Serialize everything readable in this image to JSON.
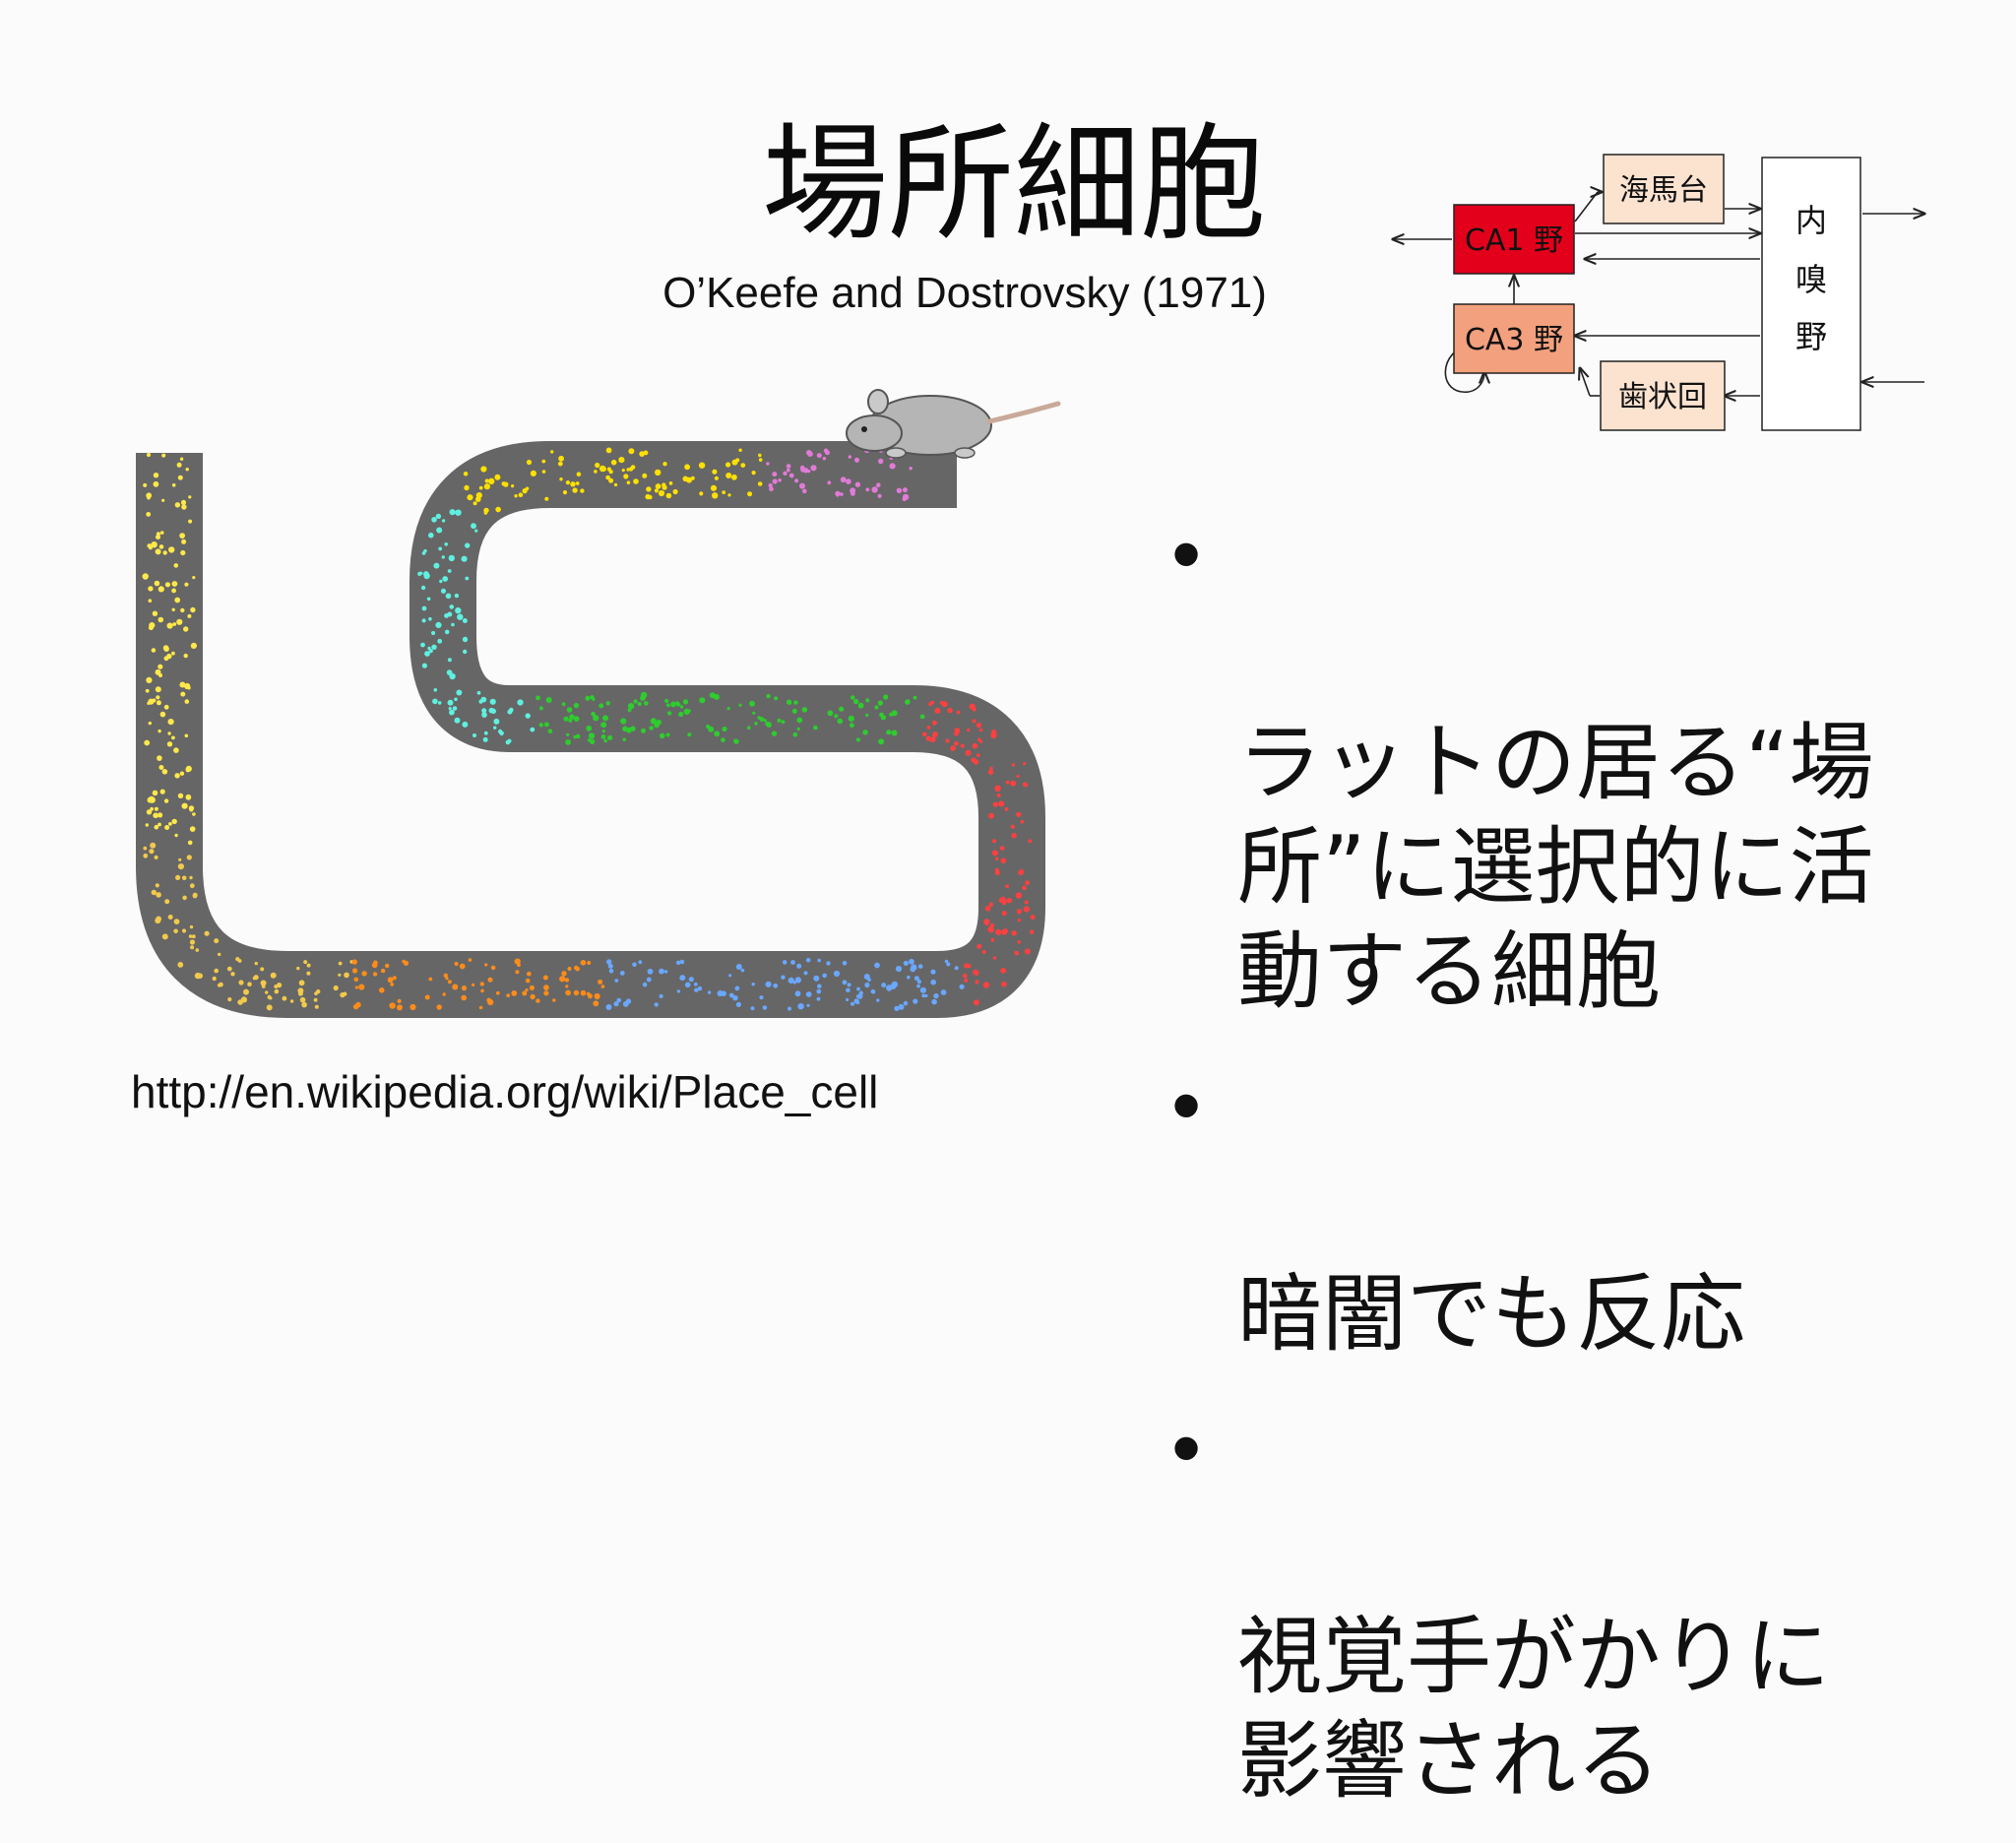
{
  "slide": {
    "title": "場所細胞",
    "citation": "O’Keefe and Dostrovsky (1971)",
    "source_url": "http://en.wikipedia.org/wiki/Place_cell",
    "bullet_char": "•",
    "bullets": [
      "ラットの居る“場\n所”に選択的に活\n動する細胞",
      "暗闇でも反応",
      "視覚手がかりに\n影響される"
    ]
  },
  "circuit_diagram": {
    "nodes": {
      "ca1": "CA1 野",
      "ca3": "CA3 野",
      "subiculum": "海馬台",
      "dentate_gyrus": "歯状回",
      "entorhinal": [
        "内",
        "嗅",
        "野"
      ]
    },
    "colors": {
      "ca1_fill": "#e3001b",
      "ca3_fill": "#f2a07d",
      "pale_fill": "#fbe3d0",
      "entorhinal_fill": "#ffffff"
    }
  },
  "track_figure": {
    "track_color": "#666666",
    "rat_color": "#b5b5b5",
    "place_field_colors": [
      "#ffe84a",
      "#f2c94c",
      "#ff8c1a",
      "#6aa7ff",
      "#ff4040",
      "#2ecc2e",
      "#5ff0e0",
      "#ffe000",
      "#e27ad8"
    ]
  }
}
